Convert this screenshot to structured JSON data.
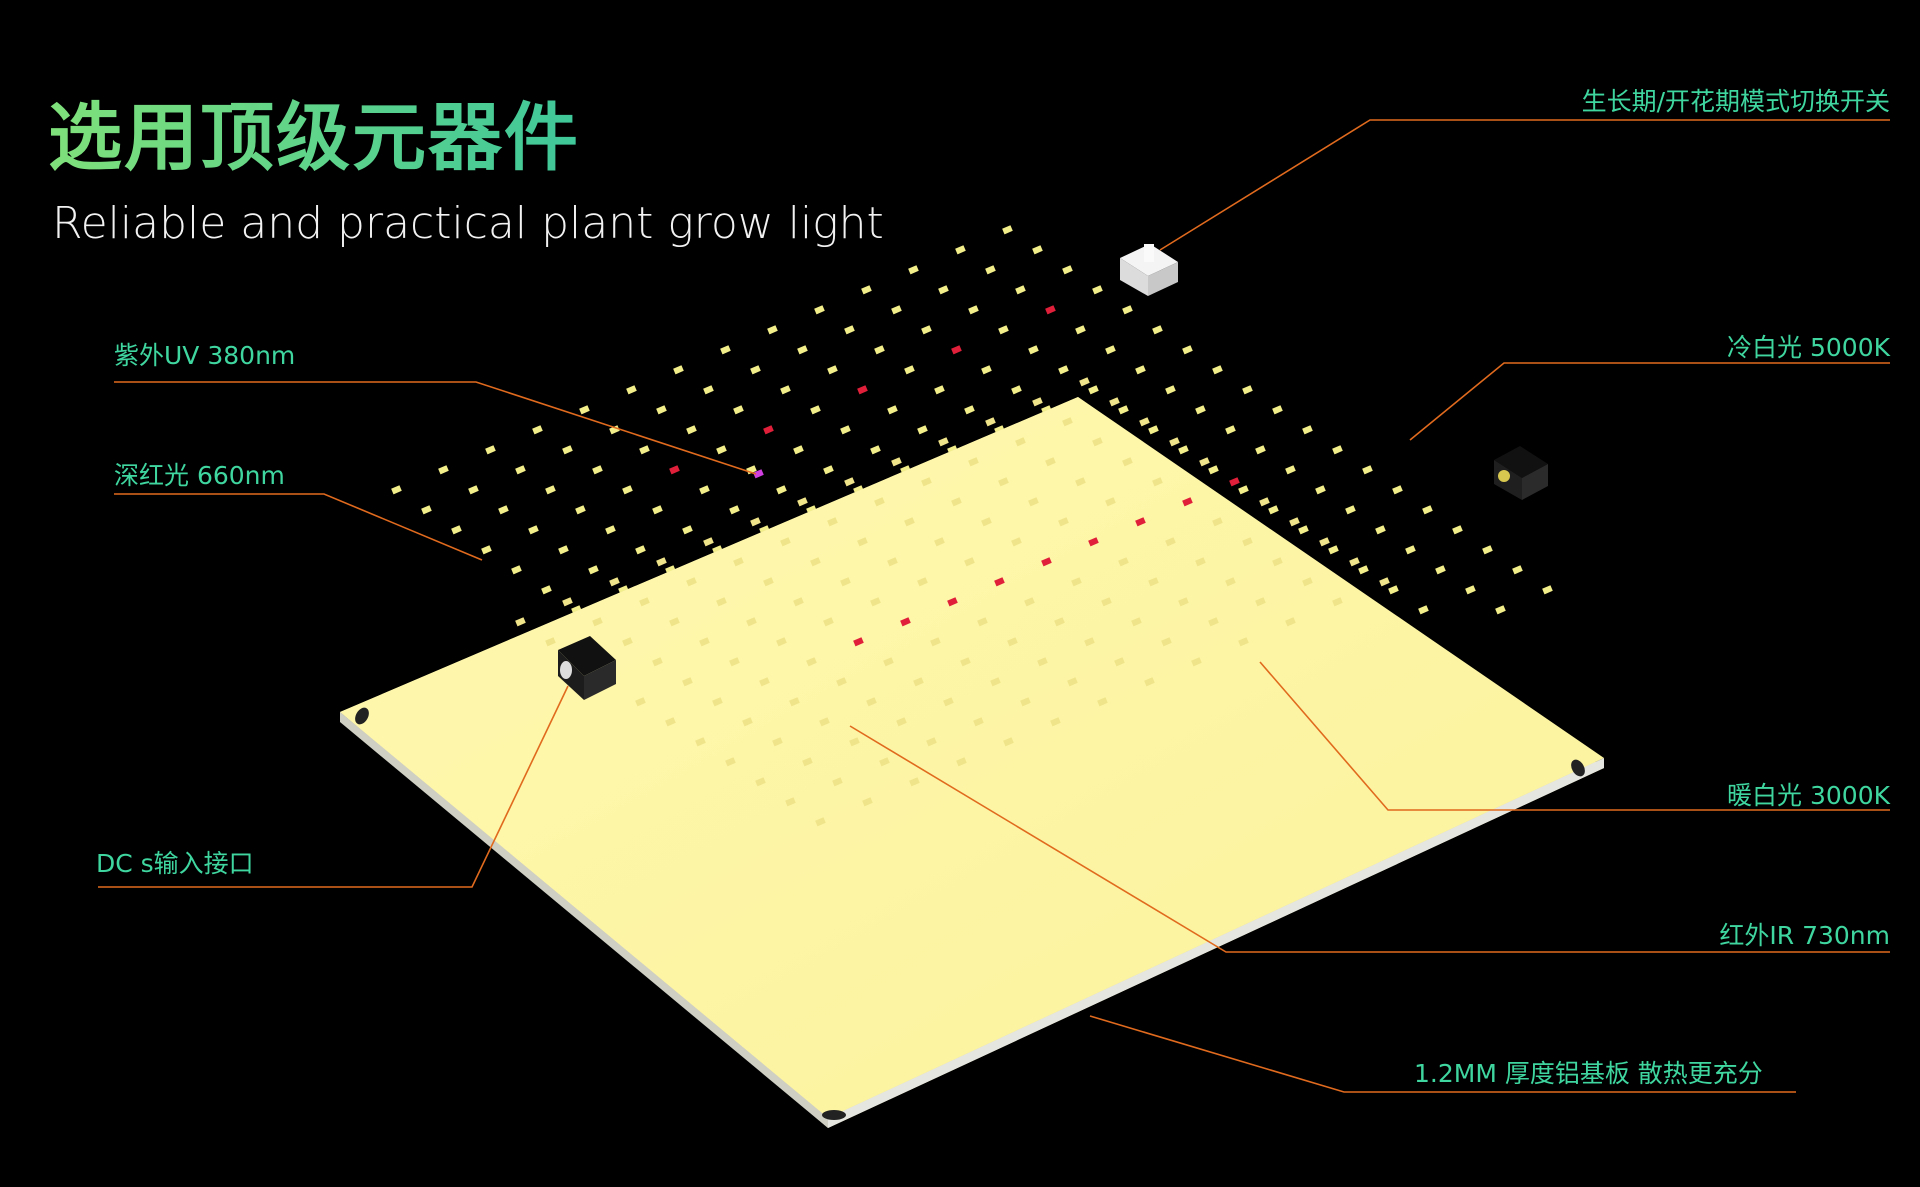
{
  "headline": "选用顶级元器件",
  "subtitle": "Reliable and practical plant grow light",
  "labels": {
    "uv": "紫外UV 380nm",
    "deep_red": "深红光 660nm",
    "dc_input": "DC s输入接口",
    "mode_switch": "生长期/开花期模式切换开关",
    "cold_white": "冷白光 5000K",
    "warm_white": "暖白光 3000K",
    "ir": "红外IR 730nm",
    "aluminum": "1.2MM 厚度铝基板 散热更充分"
  },
  "colors": {
    "accent_green": "#3fd6a0",
    "leader_line": "#e06a1e",
    "board": "#fdf7a8",
    "led_white": "#f2ee8a",
    "led_red": "#e0203a",
    "led_uv": "#d040e0"
  }
}
